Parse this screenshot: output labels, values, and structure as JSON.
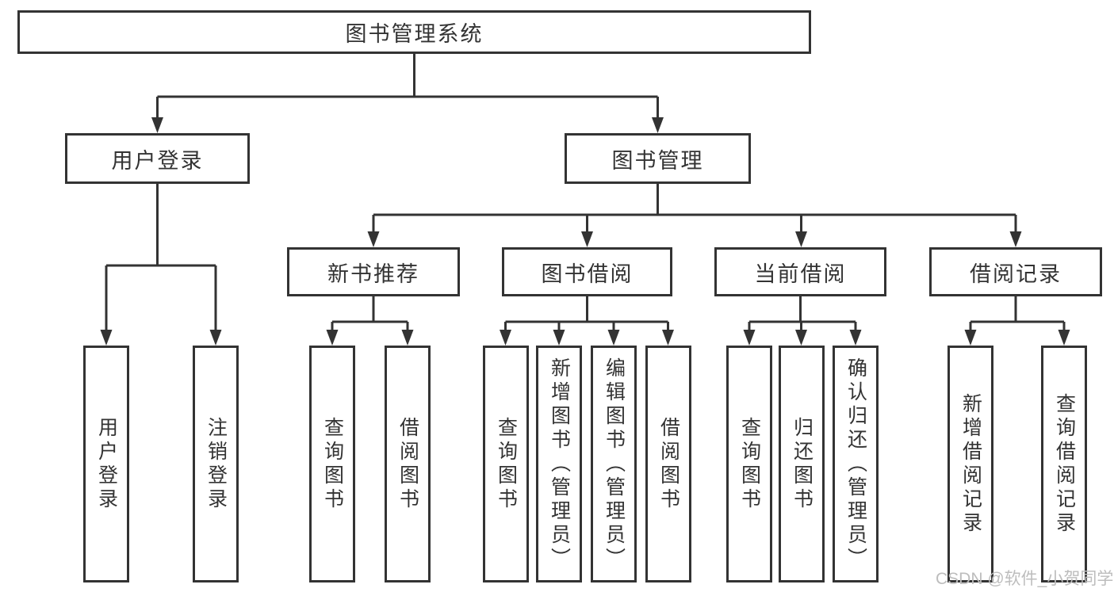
{
  "diagram": {
    "type": "tree",
    "root": {
      "label": "图书管理系统"
    },
    "level2": [
      {
        "id": "user-login",
        "label": "用户登录",
        "parent": "root"
      },
      {
        "id": "book-management",
        "label": "图书管理",
        "parent": "root"
      }
    ],
    "level3": [
      {
        "id": "new-book-recommend",
        "label": "新书推荐",
        "parent": "book-management"
      },
      {
        "id": "book-borrowing",
        "label": "图书借阅",
        "parent": "book-management"
      },
      {
        "id": "current-borrowing",
        "label": "当前借阅",
        "parent": "book-management"
      },
      {
        "id": "borrowing-records",
        "label": "借阅记录",
        "parent": "book-management"
      }
    ],
    "leaves": [
      {
        "label": "用户登录",
        "parent": "user-login"
      },
      {
        "label": "注销登录",
        "parent": "user-login"
      },
      {
        "label": "查询图书",
        "parent": "new-book-recommend"
      },
      {
        "label": "借阅图书",
        "parent": "new-book-recommend"
      },
      {
        "label": "查询图书",
        "parent": "book-borrowing"
      },
      {
        "label": "新增图书（管理员）",
        "parent": "book-borrowing"
      },
      {
        "label": "编辑图书（管理员）",
        "parent": "book-borrowing"
      },
      {
        "label": "借阅图书",
        "parent": "book-borrowing"
      },
      {
        "label": "查询图书",
        "parent": "current-borrowing"
      },
      {
        "label": "归还图书",
        "parent": "current-borrowing"
      },
      {
        "label": "确认归还（管理员）",
        "parent": "current-borrowing"
      },
      {
        "label": "新增借阅记录",
        "parent": "borrowing-records"
      },
      {
        "label": "查询借阅记录",
        "parent": "borrowing-records"
      }
    ]
  },
  "watermark": {
    "text": "CSDN @软件_小贺同学"
  },
  "colors": {
    "line": "#333333",
    "box_border": "#333333",
    "box_fill": "#ffffff",
    "text": "#333333",
    "watermark": "#bdbdbd",
    "background": "#ffffff"
  }
}
